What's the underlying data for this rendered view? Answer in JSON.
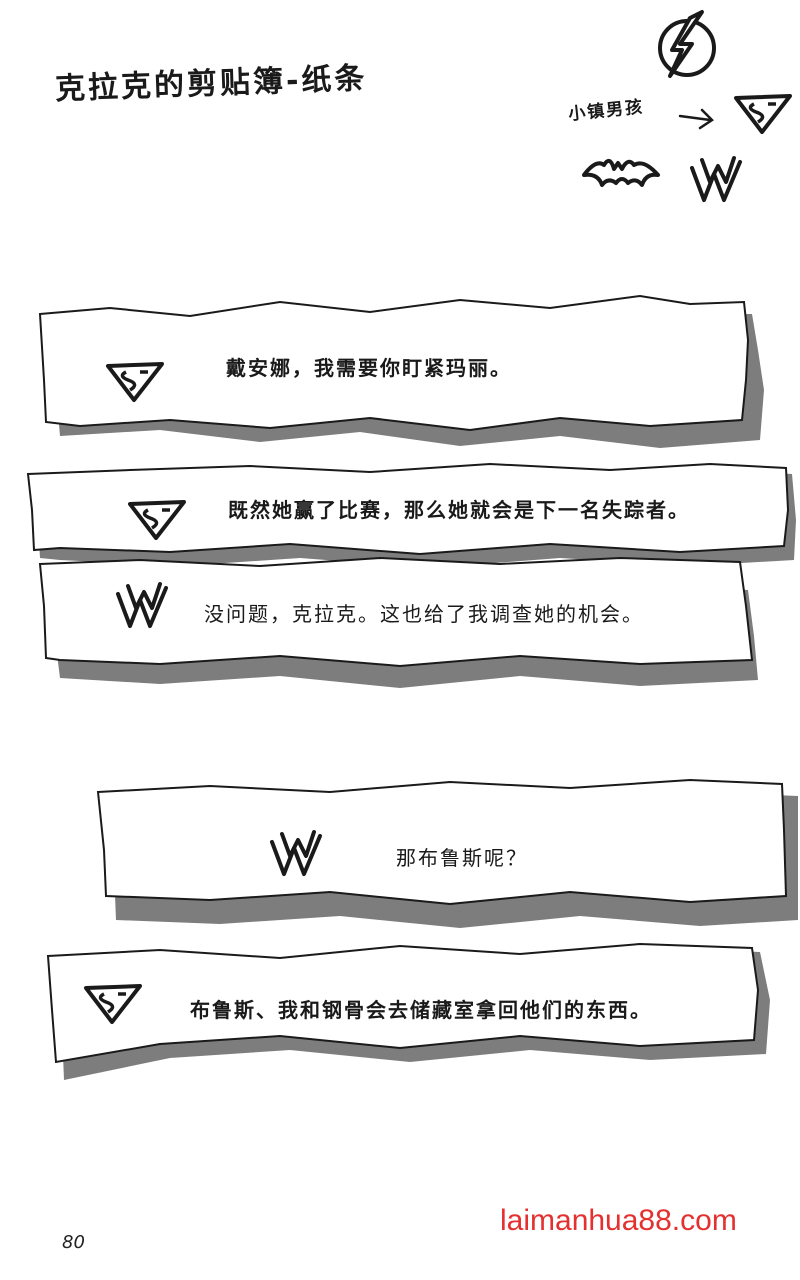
{
  "page": {
    "title": "克拉克的剪贴簿-纸条",
    "number": "80"
  },
  "legend": {
    "label": "小镇男孩",
    "icons": [
      "flash-icon",
      "superman-shield-icon",
      "bat-icon",
      "wonder-woman-icon"
    ]
  },
  "notes": [
    {
      "sender_icon": "superman-shield-icon",
      "text": "戴安娜，我需要你盯紧玛丽。"
    },
    {
      "sender_icon": "superman-shield-icon",
      "text": "既然她赢了比赛，那么她就会是下一名失踪者。"
    },
    {
      "sender_icon": "wonder-woman-icon",
      "text": "没问题，克拉克。这也给了我调查她的机会。"
    },
    {
      "sender_icon": "wonder-woman-icon",
      "text": "那布鲁斯呢？"
    },
    {
      "sender_icon": "superman-shield-icon",
      "text": "布鲁斯、我和钢骨会去储藏室拿回他们的东西。"
    }
  ],
  "watermark": "laimanhua88.com",
  "colors": {
    "ink": "#1a1a1a",
    "shadow": "#7d7d7d",
    "watermark": "#e53030"
  }
}
